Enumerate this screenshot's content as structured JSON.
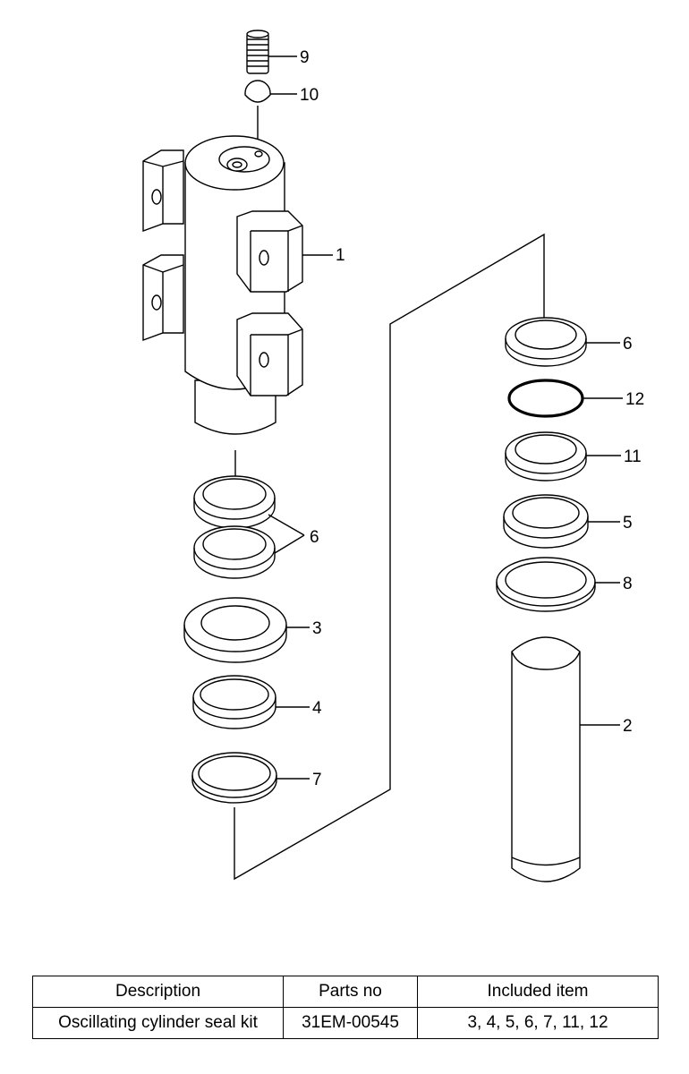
{
  "callouts": {
    "c9": "9",
    "c10": "10",
    "c1": "1",
    "c6_left": "6",
    "c3": "3",
    "c4": "4",
    "c7": "7",
    "c6_right": "6",
    "c12": "12",
    "c11": "11",
    "c5": "5",
    "c8": "8",
    "c2": "2"
  },
  "table": {
    "headers": [
      "Description",
      "Parts no",
      "Included item"
    ],
    "rows": [
      [
        "Oscillating cylinder seal kit",
        "31EM-00545",
        "3, 4, 5, 6, 7, 11, 12"
      ]
    ]
  }
}
